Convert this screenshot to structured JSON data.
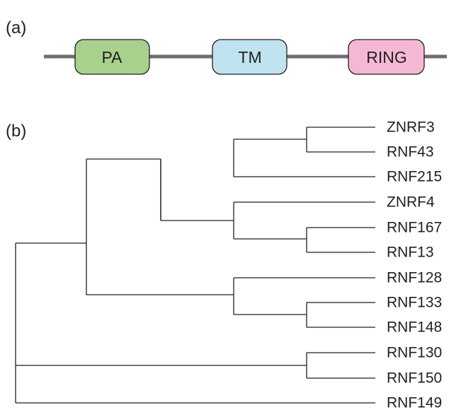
{
  "panel_a": {
    "label": "(a)",
    "domains": [
      {
        "name": "PA",
        "color": "#a8d18d"
      },
      {
        "name": "TM",
        "color": "#bfe3ef"
      },
      {
        "name": "RING",
        "color": "#f4b8d5"
      }
    ],
    "backbone_color": "#6d6e71"
  },
  "panel_b": {
    "label": "(b)",
    "leaves": [
      "ZNRF3",
      "RNF43",
      "RNF215",
      "ZNRF4",
      "RNF167",
      "RNF13",
      "RNF128",
      "RNF133",
      "RNF148",
      "RNF130",
      "RNF150",
      "RNF149"
    ]
  }
}
